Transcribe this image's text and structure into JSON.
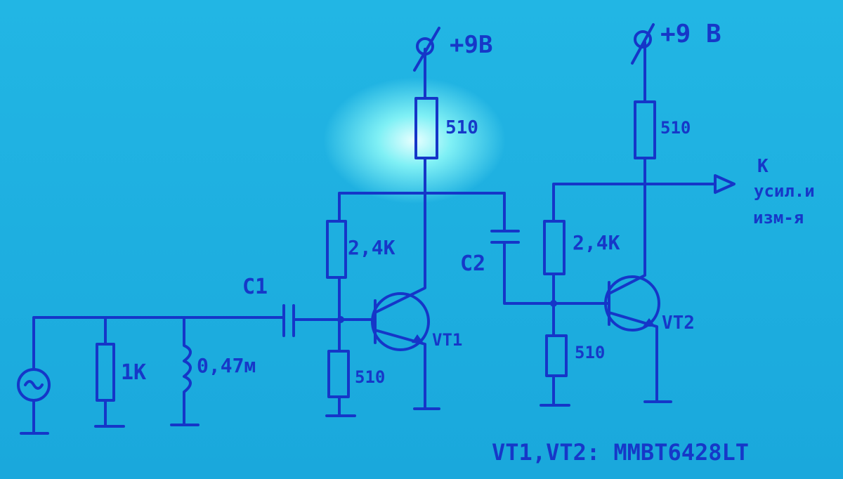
{
  "supply": {
    "vt1": "+9B",
    "vt2": "+9 B"
  },
  "components": {
    "r_src": "1K",
    "l_src": "0,47м",
    "c1": "C1",
    "c2": "C2",
    "r_vt1_c": "510",
    "r_vt1_b_top": "2,4K",
    "r_vt1_b_bot": "510",
    "r_vt2_c": "510",
    "r_vt2_b_top": "2,4K",
    "r_vt2_b_bot": "510",
    "vt1": "VT1",
    "vt2": "VT2"
  },
  "output": {
    "line1": "К",
    "line2": "усил.и",
    "line3": "изм-я"
  },
  "note": "VT1,VT2: MMBT6428LT",
  "colors": {
    "ink": "#1536c8",
    "paper": "#19aee0"
  }
}
